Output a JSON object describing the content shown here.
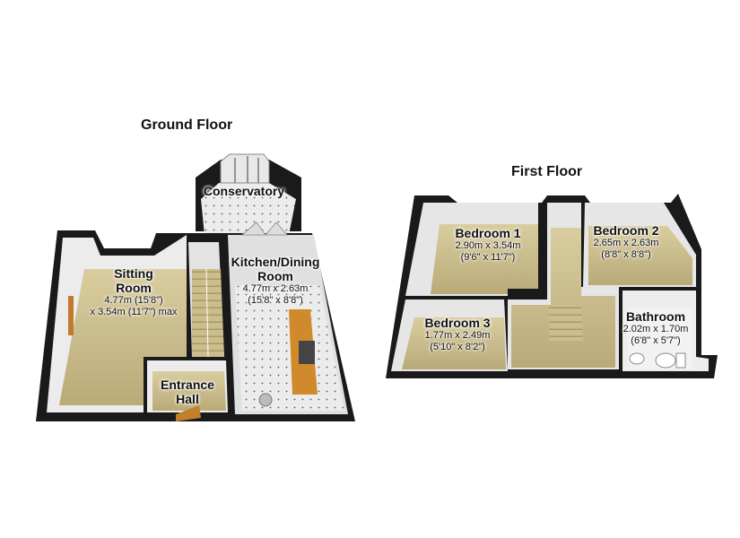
{
  "ground_floor": {
    "title": "Ground Floor",
    "rooms": {
      "conservatory": {
        "name": "Conservatory"
      },
      "sitting_room": {
        "name_line1": "Sitting",
        "name_line2": "Room",
        "dim_line1": "4.77m (15'8\")",
        "dim_line2": "x 3.54m (11'7\") max"
      },
      "kitchen": {
        "name_line1": "Kitchen/Dining",
        "name_line2": "Room",
        "dim_line1": "4.77m x 2.63m",
        "dim_line2": "(15'8\" x 8'8\")"
      },
      "entrance_hall": {
        "name_line1": "Entrance",
        "name_line2": "Hall"
      }
    }
  },
  "first_floor": {
    "title": "First Floor",
    "rooms": {
      "bedroom1": {
        "name": "Bedroom 1",
        "dim_line1": "2.90m x 3.54m",
        "dim_line2": "(9'6\" x 11'7\")"
      },
      "bedroom2": {
        "name": "Bedroom 2",
        "dim_line1": "2.65m x 2.63m",
        "dim_line2": "(8'8\" x 8'8\")"
      },
      "bedroom3": {
        "name": "Bedroom 3",
        "dim_line1": "1.77m x 2.49m",
        "dim_line2": "(5'10\" x 8'2\")"
      },
      "bathroom": {
        "name": "Bathroom",
        "dim_line1": "2.02m x 1.70m",
        "dim_line2": "(6'8\" x 5'7\")"
      }
    }
  },
  "colors": {
    "wall": "#1a1a1a",
    "carpet": "#cbbd8c",
    "tile": "#e6e6e6",
    "counter": "#d08a2c",
    "stairs": "#c8b98a",
    "inner_wall": "#dcdcdc"
  }
}
